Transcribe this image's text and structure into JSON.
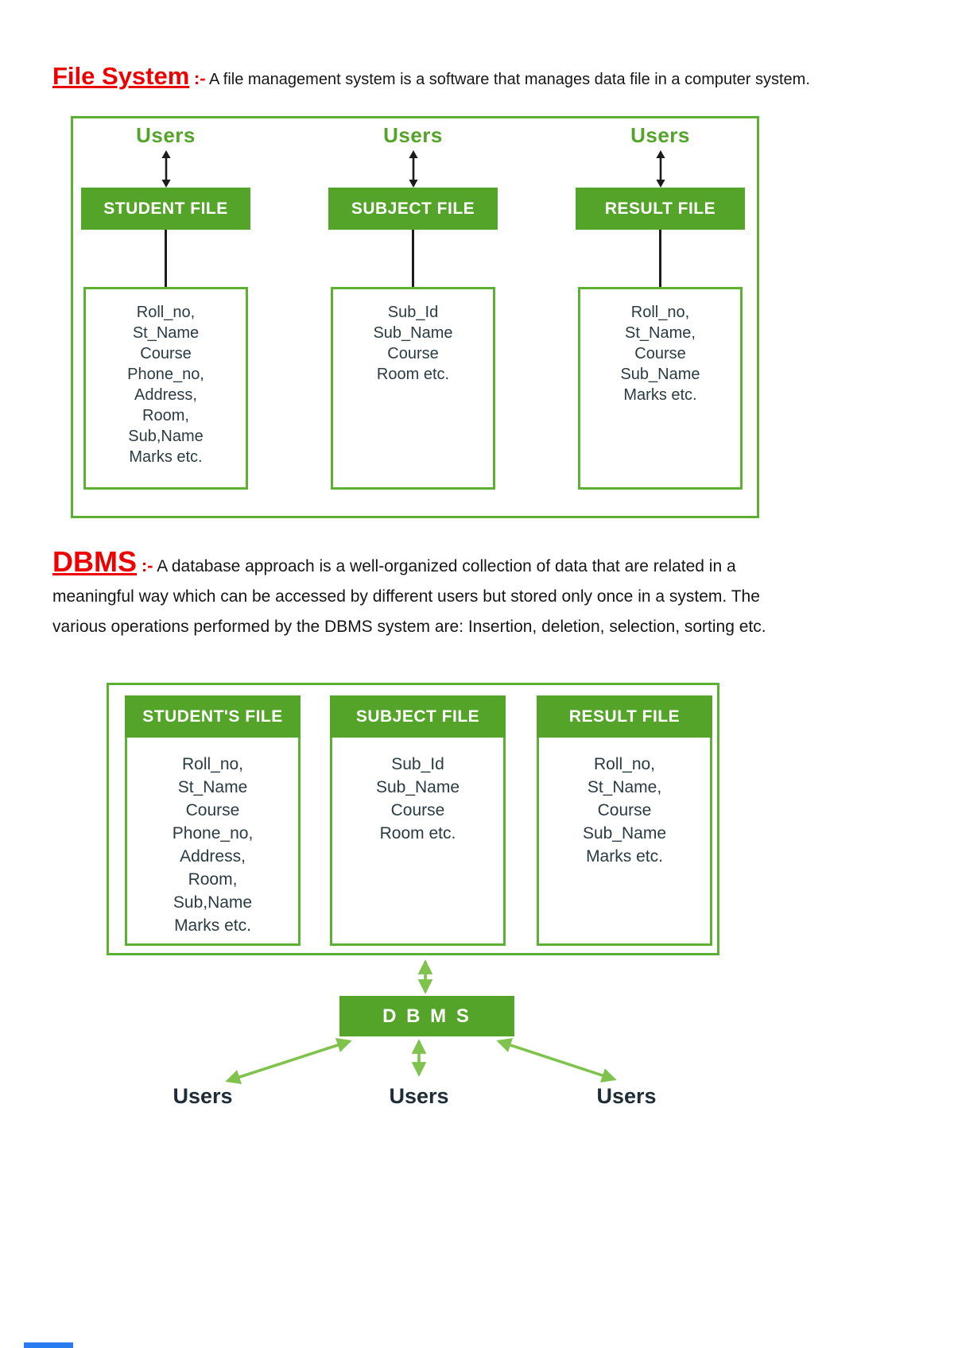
{
  "sections": {
    "file_system": {
      "title": "File System",
      "separator": ":-",
      "description": "A file management system is a software that manages  data file in a computer system."
    },
    "dbms": {
      "title": "DBMS",
      "separator": ":-",
      "description": "A database approach is a well-organized collection of data that are related in a meaningful way which can be accessed by different users but stored only once in a system. The various operations performed by the DBMS system are: Insertion, deletion, selection, sorting etc."
    }
  },
  "file_system_diagram": {
    "columns": [
      {
        "user_label": "Users",
        "file_title": "STUDENT FILE",
        "fields": [
          "Roll_no,",
          "St_Name",
          "Course",
          "Phone_no,",
          "Address,",
          "Room,",
          "Sub,Name",
          "Marks etc."
        ]
      },
      {
        "user_label": "Users",
        "file_title": "SUBJECT FILE",
        "fields": [
          "Sub_Id",
          "Sub_Name",
          "Course",
          "Room etc."
        ]
      },
      {
        "user_label": "Users",
        "file_title": "RESULT FILE",
        "fields": [
          "Roll_no,",
          "St_Name,",
          "Course",
          "Sub_Name",
          "Marks etc."
        ]
      }
    ]
  },
  "dbms_diagram": {
    "cards": [
      {
        "file_title": "STUDENT'S FILE",
        "fields": [
          "Roll_no,",
          "St_Name",
          "Course",
          "Phone_no,",
          "Address,",
          "Room,",
          "Sub,Name",
          "Marks etc."
        ]
      },
      {
        "file_title": "SUBJECT FILE",
        "fields": [
          "Sub_Id",
          "Sub_Name",
          "Course",
          "Room etc."
        ]
      },
      {
        "file_title": "RESULT FILE",
        "fields": [
          "Roll_no,",
          "St_Name,",
          "Course",
          "Sub_Name",
          "Marks etc."
        ]
      }
    ],
    "dbms_label": "D B M S",
    "user_labels": [
      "Users",
      "Users",
      "Users"
    ]
  },
  "colors": {
    "green_fill": "#55a42a",
    "green_border": "#5cb032",
    "green_arrow": "#7fc24c",
    "red_heading": "#ee0000",
    "dark_text": "#2a3b44"
  }
}
